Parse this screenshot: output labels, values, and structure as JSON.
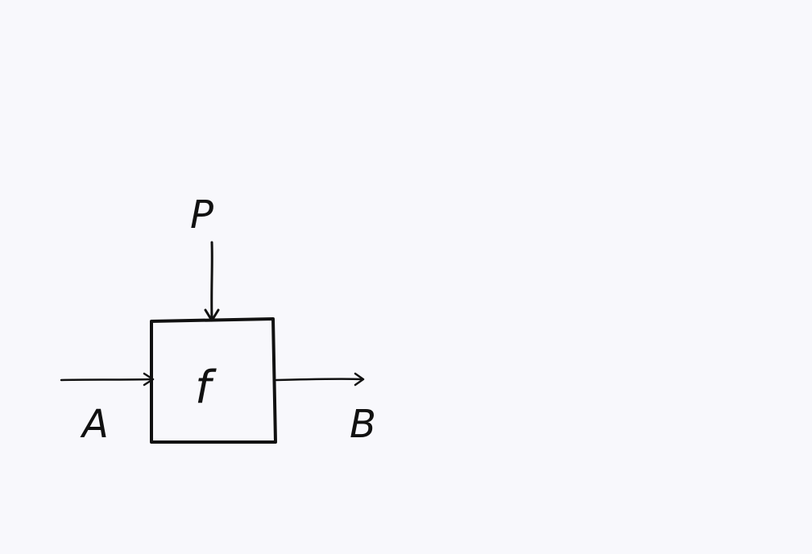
{
  "diagram": {
    "input_label": "A",
    "output_label": "B",
    "parameter_label": "P",
    "function_label": "f"
  },
  "colors": {
    "background": "#f8f8fc",
    "ink": "#111111"
  }
}
